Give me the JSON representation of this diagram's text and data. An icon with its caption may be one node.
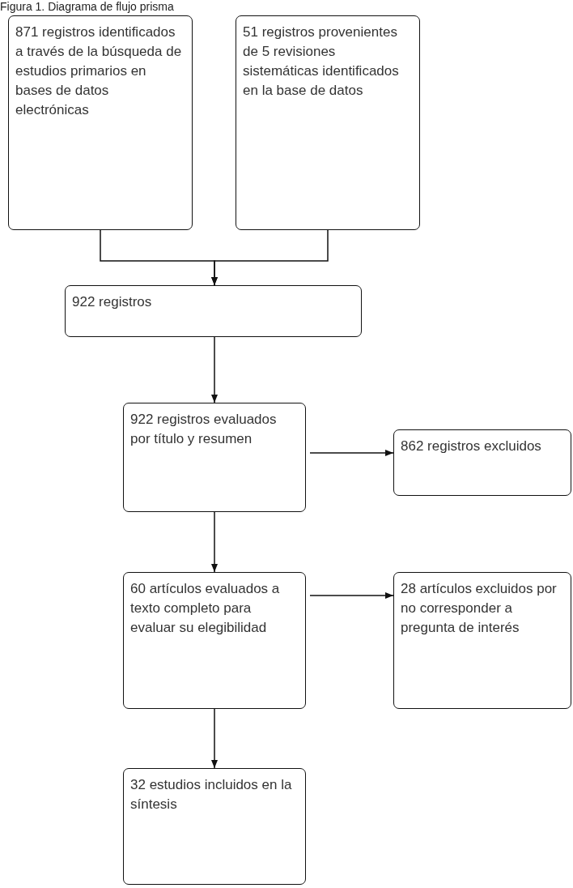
{
  "diagram": {
    "title": "Figura 1. Diagrama de flujo prisma",
    "nodes": [
      {
        "text": [
          "871 registros identificados a través de la búsqueda de estudios primarios en bases de datos electrónicas"
        ]
      },
      {
        "text": [
          "51 registros provenientes de 5 revisiones sistemáticas identificados en la base de datos"
        ]
      },
      {
        "text": [
          "922 registros"
        ]
      },
      {
        "text": [
          "922 registros evaluados por título y resumen"
        ]
      },
      {
        "text": [
          "862 registros excluidos"
        ]
      },
      {
        "text": [
          "60 artículos evaluados a texto completo para evaluar su elegibilidad"
        ]
      },
      {
        "text": [
          "28 artículos excluidos por no corresponder a pregunta de interés"
        ]
      },
      {
        "text": [
          "32 estudios incluidos en la síntesis"
        ]
      }
    ],
    "edges": [
      {
        "from": 0,
        "to": 2,
        "arrow": "to"
      },
      {
        "from": 1,
        "to": 2,
        "arrow": "to"
      },
      {
        "from": 2,
        "to": 3,
        "arrow": "to"
      },
      {
        "from": 3,
        "to": 4,
        "arrow": "to"
      },
      {
        "from": 3,
        "to": 5,
        "arrow": "to"
      },
      {
        "from": 5,
        "to": 6,
        "arrow": "to"
      },
      {
        "from": 5,
        "to": 7,
        "arrow": "to"
      }
    ]
  }
}
